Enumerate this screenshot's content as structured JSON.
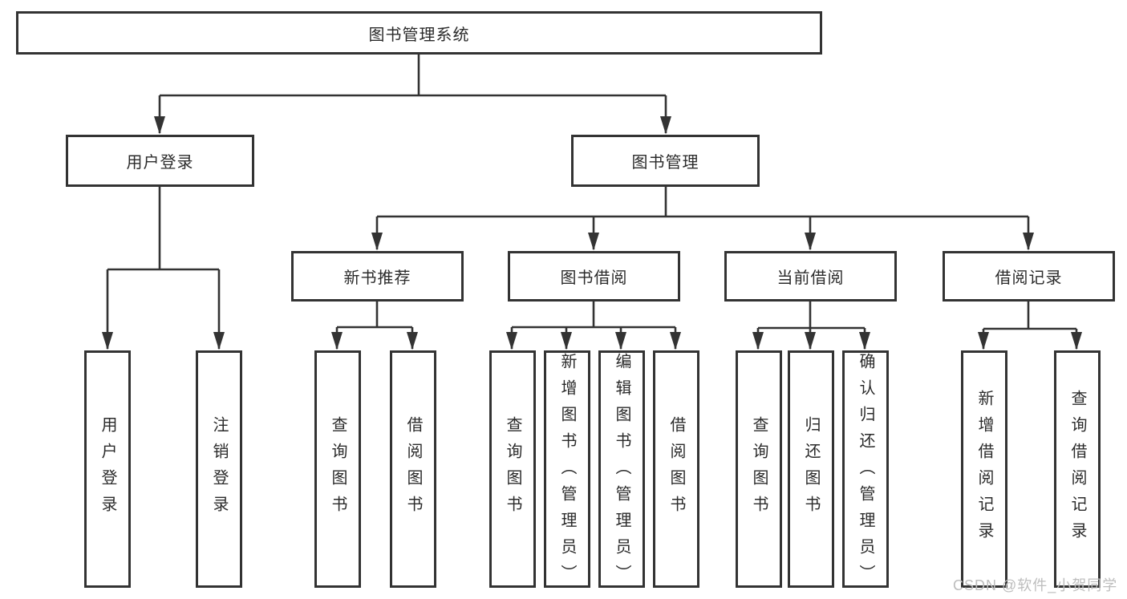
{
  "diagram": {
    "title_node": {
      "label": "图书管理系统"
    },
    "level1": {
      "user_login": {
        "label": "用户登录"
      },
      "book_mgmt": {
        "label": "图书管理"
      }
    },
    "level2": {
      "new_book_rec": {
        "label": "新书推荐"
      },
      "book_borrow": {
        "label": "图书借阅"
      },
      "current_borrow": {
        "label": "当前借阅"
      },
      "borrow_record": {
        "label": "借阅记录"
      }
    },
    "leaves": {
      "login_user_login": {
        "label": "用户登录"
      },
      "login_logout": {
        "label": "注销登录"
      },
      "rec_query_book": {
        "label": "查询图书"
      },
      "rec_borrow_book": {
        "label": "借阅图书"
      },
      "borrow_query_book": {
        "label": "查询图书"
      },
      "borrow_add_book": {
        "label": "新增图书（管理员）"
      },
      "borrow_edit_book": {
        "label": "编辑图书（管理员）"
      },
      "borrow_borrow_book": {
        "label": "借阅图书"
      },
      "cur_query_book": {
        "label": "查询图书"
      },
      "cur_return_book": {
        "label": "归还图书"
      },
      "cur_confirm_return": {
        "label": "确认归还（管理员）"
      },
      "record_add_record": {
        "label": "新增借阅记录"
      },
      "record_query_record": {
        "label": "查询借阅记录"
      }
    },
    "colors": {
      "line": "#333333",
      "box_border": "#333333",
      "text": "#2b2b2b",
      "watermark": "#bdbdbd",
      "background": "#ffffff"
    },
    "watermark": "CSDN @软件_小贺同学"
  }
}
